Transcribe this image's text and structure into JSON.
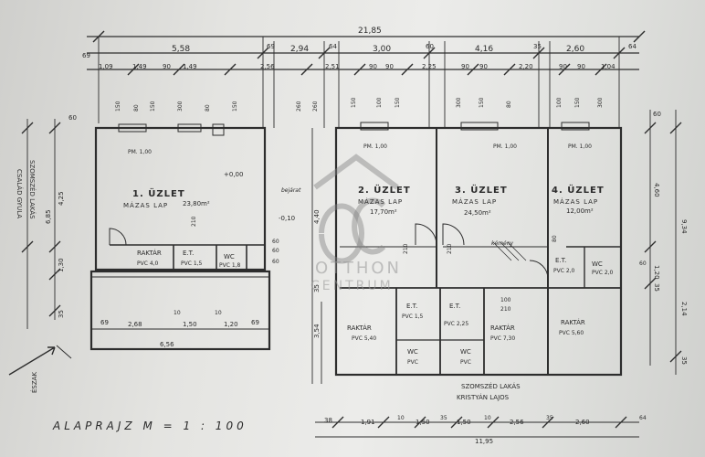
{
  "title": "ALAPRAJZ  M = 1 : 100",
  "top_dims": {
    "total": "21,85",
    "row1": [
      "5,58",
      "69",
      "2,94",
      "64",
      "3,00",
      "60",
      "4,16",
      "35",
      "2,60",
      "64"
    ],
    "row1_left": "69",
    "row2": [
      "1,09",
      "1,49",
      "90",
      "1,49",
      "2,56",
      "2,51",
      "90",
      "90",
      "2,25",
      "90",
      "90",
      "2,20",
      "90",
      "90",
      "1,04"
    ]
  },
  "openings_top": [
    "150",
    "80",
    "150",
    "300",
    "80",
    "150",
    "260",
    "260",
    "150",
    "100",
    "150",
    "300",
    "150",
    "80",
    "100",
    "150",
    "300"
  ],
  "rooms": {
    "shop1": {
      "name": "1. ÜZLET",
      "floor": "MÁZAS LAP",
      "area": "23,80m²",
      "ph": "PM. 1,00"
    },
    "shop2": {
      "name": "2. ÜZLET",
      "floor": "MÁZAS LAP",
      "area": "17,70m²",
      "ph": "PM. 1,00"
    },
    "shop3": {
      "name": "3. ÜZLET",
      "floor": "MÁZAS LAP",
      "area": "24,50m²",
      "ph": "PM. 1,00"
    },
    "shop4": {
      "name": "4. ÜZLET",
      "floor": "MÁZAS LAP",
      "area": "12,00m²",
      "ph": "PM. 1,00"
    },
    "store1": {
      "name": "RAKTÁR",
      "floor": "PVC 4,0"
    },
    "et1": {
      "name": "E.T.",
      "floor": "PVC 1,5"
    },
    "wc1": {
      "name": "WC",
      "floor": "PVC 1,8"
    },
    "store2": {
      "name": "RAKTÁR",
      "floor": "PVC 5,40"
    },
    "store3": {
      "name": "RAKTÁR",
      "floor": "PVC 7,30"
    },
    "store4": {
      "name": "RAKTÁR",
      "floor": "PVC 5,60"
    },
    "et2": {
      "name": "E.T.",
      "floor": "PVC 1,5"
    },
    "et3": {
      "name": "E.T.",
      "floor": "PVC 2,25"
    },
    "wc2": {
      "name": "WC",
      "floor": "PVC"
    },
    "wc3": {
      "name": "WC",
      "floor": "PVC"
    },
    "et4": {
      "name": "E.T.",
      "floor": "PVC 2,0"
    },
    "wc4": {
      "name": "WC",
      "floor": "PVC 2,0"
    }
  },
  "level_marks": [
    "+0,00",
    "-0,10"
  ],
  "annotations": {
    "left_neighbor": "SZOMSZÉD LAKÁS",
    "left_neighbor2": "CSALÁD GYULA",
    "bottom_neighbor": "SZOMSZÉD LAKÁS",
    "bottom_neighbor2": "KRISTYÁN LAJOS",
    "north": "ÉSZAK",
    "bejarat": "bejárat",
    "kemeny": "kémény"
  },
  "left_dims": [
    "60",
    "4,25",
    "6,85",
    "1,30",
    "35"
  ],
  "right_dims": [
    "60",
    "4,60",
    "9,34",
    "1,20",
    "35",
    "2,14",
    "35"
  ],
  "mid_dims": [
    "4,40",
    "35",
    "3,54"
  ],
  "lower_left_dims": [
    "69",
    "2,68",
    "1,50",
    "1,20",
    "69",
    "6,56",
    "10",
    "10"
  ],
  "bottom_dims": [
    "38",
    "1,91",
    "10",
    "1,50",
    "35",
    "1,50",
    "10",
    "2,56",
    "35",
    "2,60",
    "64",
    "11,95"
  ],
  "misc_numbers": [
    "60",
    "60",
    "60",
    "210",
    "210",
    "100",
    "210",
    "60",
    "80",
    "210"
  ],
  "watermark": {
    "line1": "OTTHON",
    "line2": "CENTRUM"
  }
}
